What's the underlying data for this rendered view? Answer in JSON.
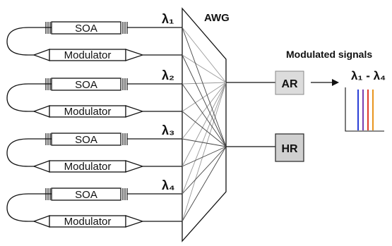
{
  "diagram": {
    "awg_label": "AWG",
    "output_title": "Modulated signals",
    "spectrum_label": "λ₁ - λ₄",
    "ar_label": "AR",
    "hr_label": "HR",
    "channels": [
      {
        "soa_label": "SOA",
        "modulator_label": "Modulator",
        "lambda_label": "λ₁"
      },
      {
        "soa_label": "SOA",
        "modulator_label": "Modulator",
        "lambda_label": "λ₂"
      },
      {
        "soa_label": "SOA",
        "modulator_label": "Modulator",
        "lambda_label": "λ₃"
      },
      {
        "soa_label": "SOA",
        "modulator_label": "Modulator",
        "lambda_label": "λ₄"
      }
    ],
    "spectral_line_colors": [
      "#2a3fd6",
      "#7a3fb0",
      "#e03a2a",
      "#e8951e"
    ],
    "box_fill_color": "#d8d8d8"
  }
}
